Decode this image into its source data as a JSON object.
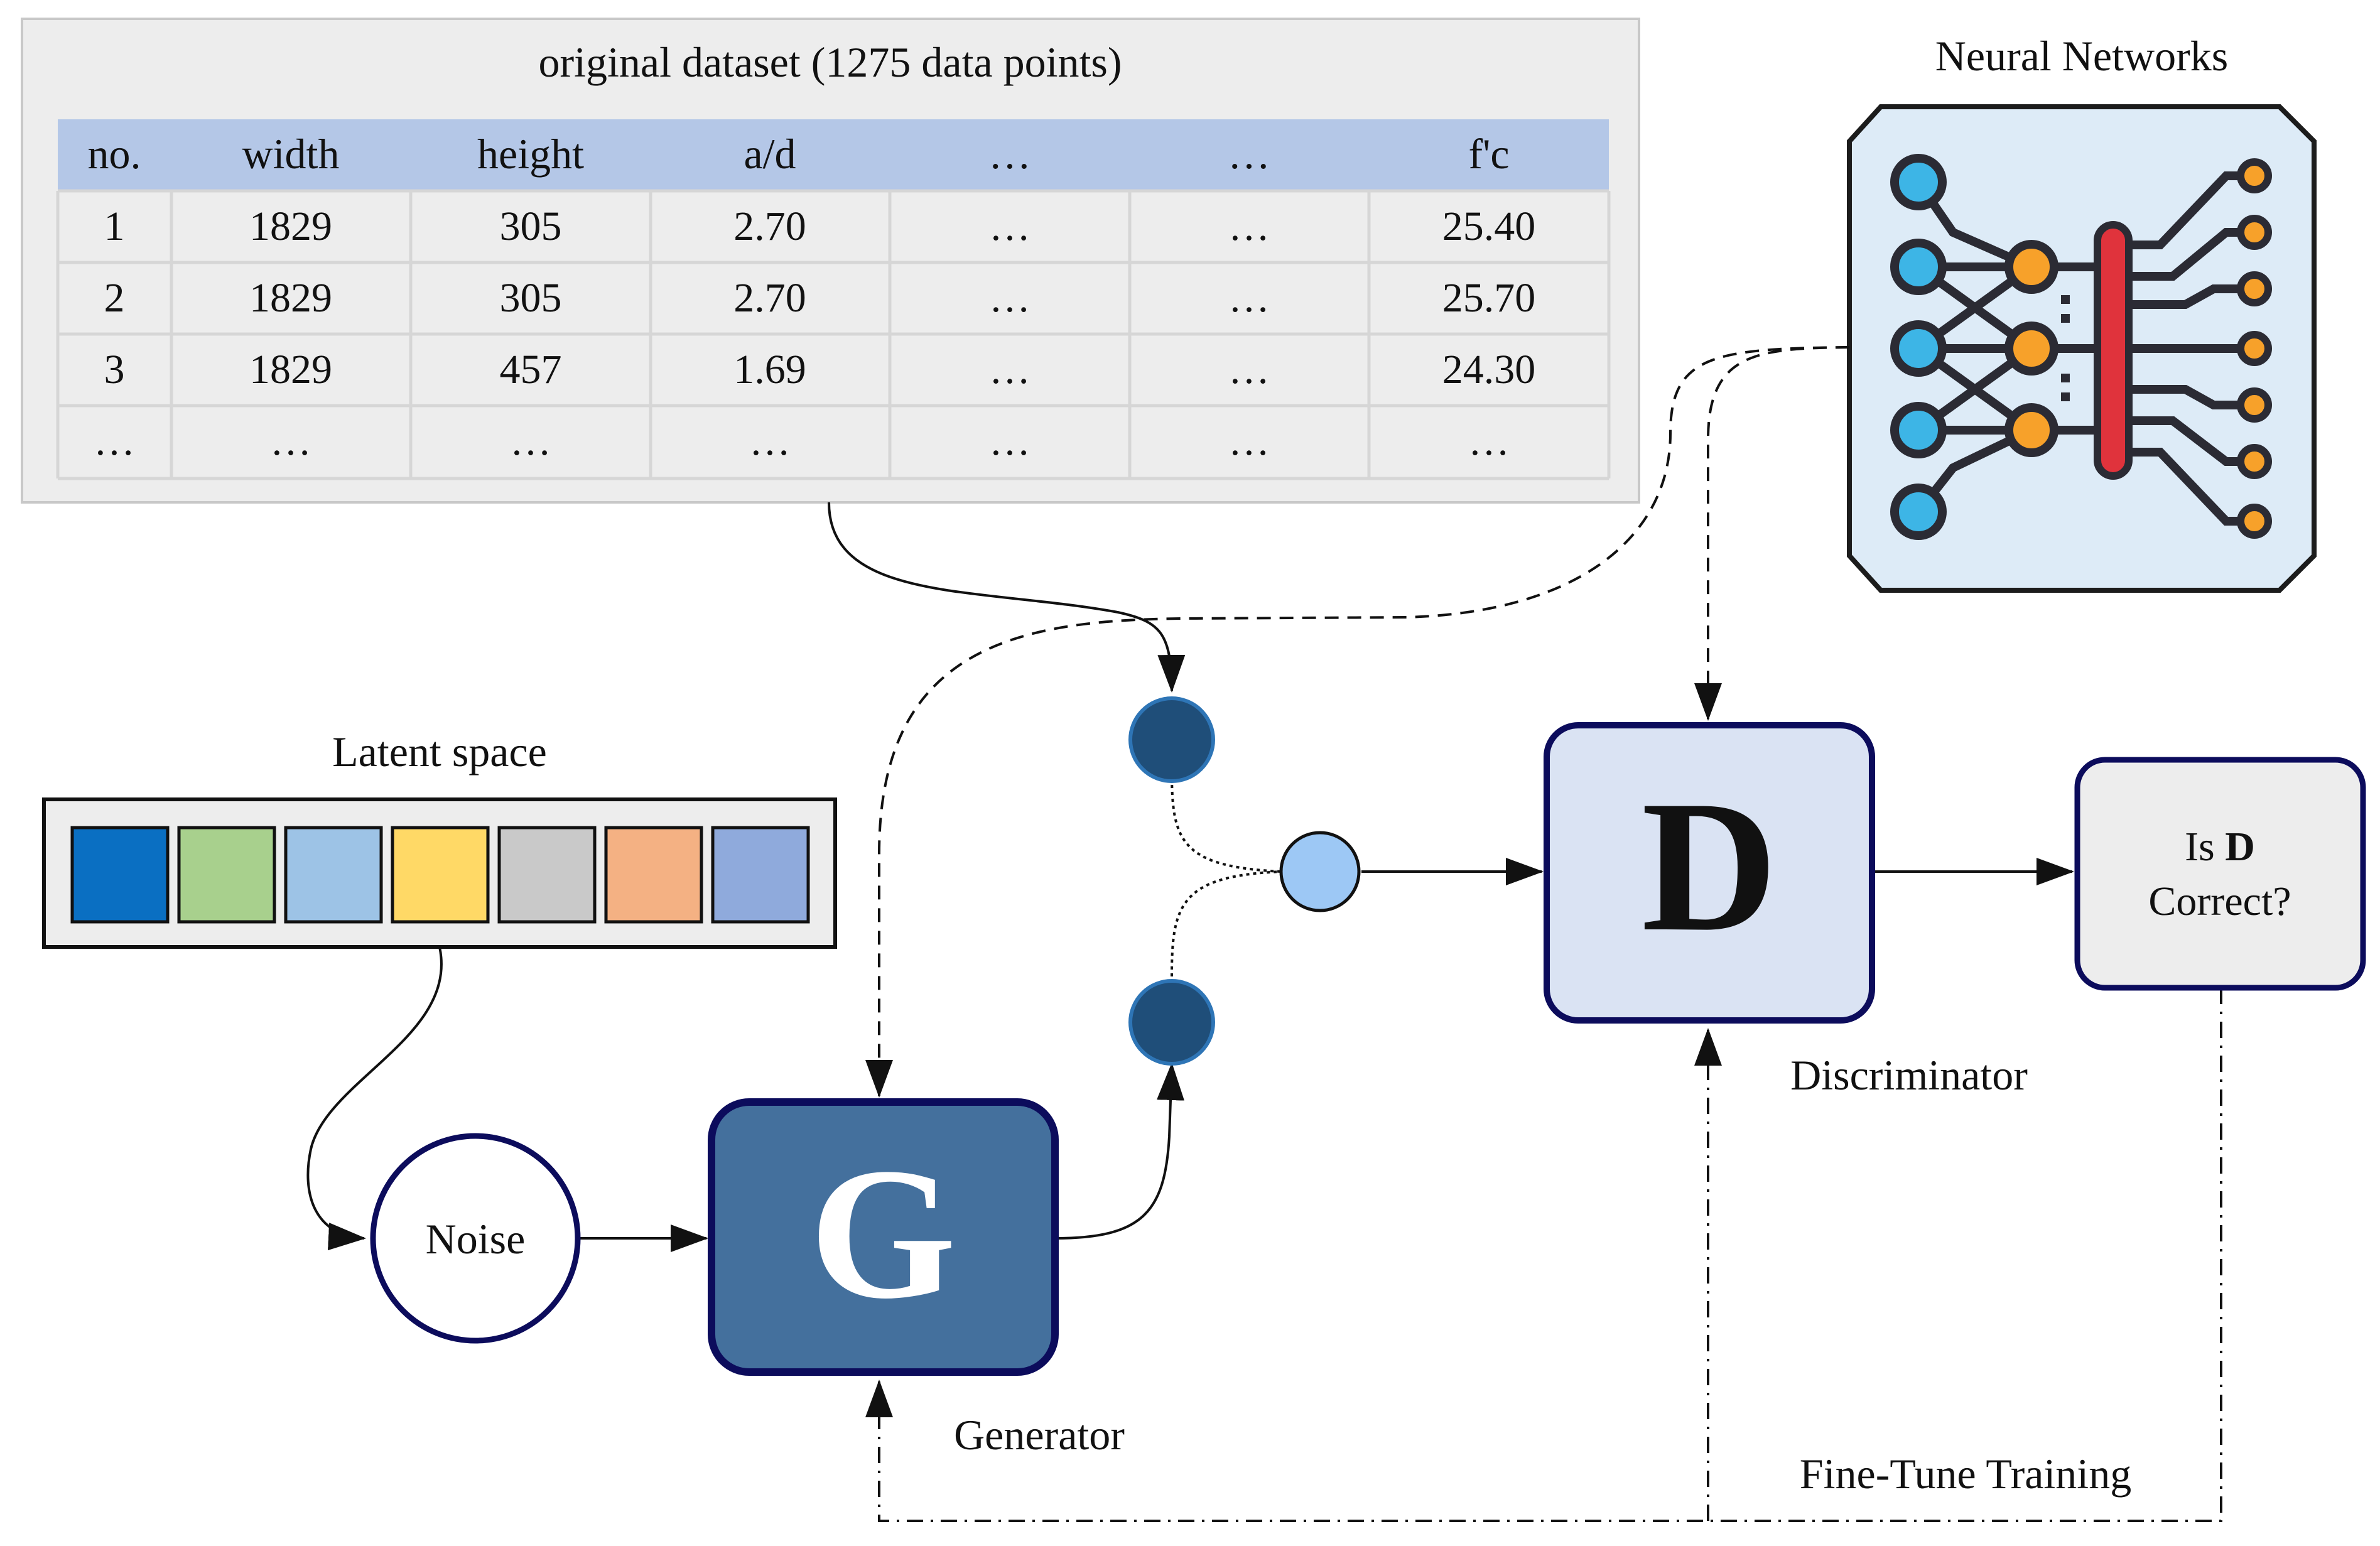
{
  "dataset": {
    "title": "original dataset (1275 data points)",
    "columns": [
      "no.",
      "width",
      "height",
      "a/d",
      "…",
      "…",
      "f'c"
    ],
    "rows": [
      [
        "1",
        "1829",
        "305",
        "2.70",
        "…",
        "…",
        "25.40"
      ],
      [
        "2",
        "1829",
        "305",
        "2.70",
        "…",
        "…",
        "25.70"
      ],
      [
        "3",
        "1829",
        "457",
        "1.69",
        "…",
        "…",
        "24.30"
      ],
      [
        "…",
        "…",
        "…",
        "…",
        "…",
        "…",
        "…"
      ]
    ]
  },
  "neural_networks": {
    "label": "Neural Networks"
  },
  "latent_space": {
    "label": "Latent space",
    "colors": [
      "#0a6fc2",
      "#a8d08d",
      "#9dc3e6",
      "#ffd966",
      "#c9c9c9",
      "#f4b183",
      "#8faadc"
    ]
  },
  "noise": {
    "label": "Noise"
  },
  "generator": {
    "letter": "G",
    "label": "Generator",
    "color": "#44709d"
  },
  "discriminator": {
    "letter": "D",
    "label": "Discriminator",
    "color": "#dae3f3"
  },
  "check": {
    "prefix": "Is ",
    "bold": "D",
    "line2": "Correct?"
  },
  "feedback": {
    "label": "Fine-Tune Training"
  },
  "colors": {
    "outline": "#0c0c5c",
    "table_header": "#b4c7e7",
    "table_bg": "#ededed",
    "dark_node": "#1f4e79",
    "light_node": "#9dc8f5",
    "nn_bg": "#ddebf7",
    "nn_input": "#3db5e6",
    "nn_hidden": "#f7a12a",
    "nn_bar": "#e0333c"
  }
}
